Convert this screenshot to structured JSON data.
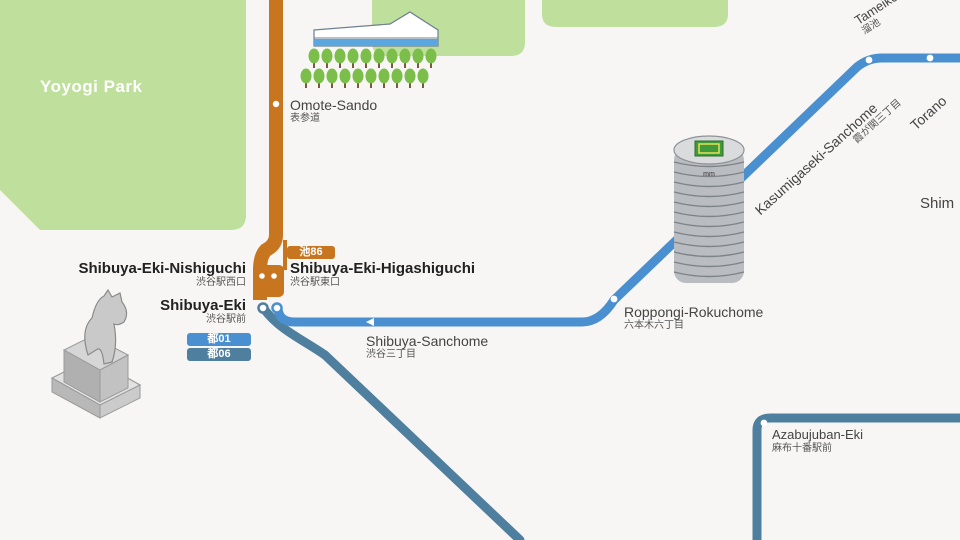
{
  "colors": {
    "background": "#f7f6f4",
    "park": "#bfdf9c",
    "orange_line": "#c8751f",
    "blue_line": "#4a90d0",
    "steel_line": "#4f7f9e",
    "tree": "#7bbf4a"
  },
  "park": {
    "name": "Yoyogi Park"
  },
  "stations": {
    "omote_sando": {
      "en": "Omote-Sando",
      "jp": "表参道"
    },
    "nishiguchi": {
      "en": "Shibuya-Eki-Nishiguchi",
      "jp": "渋谷駅西口"
    },
    "higashiguchi": {
      "en": "Shibuya-Eki-Higashiguchi",
      "jp": "渋谷駅東口"
    },
    "shibuya_eki": {
      "en": "Shibuya-Eki",
      "jp": "渋谷駅前"
    },
    "shibuya_sanchome": {
      "en": "Shibuya-Sanchome",
      "jp": "渋谷三丁目"
    },
    "roppongi_rokuchome": {
      "en": "Roppongi-Rokuchome",
      "jp": "六本木六丁目"
    },
    "kasumigaseki": {
      "en": "Kasumigaseki-Sanchome",
      "jp": "霞が関三丁目"
    },
    "tameike": {
      "en": "Tameike",
      "jp": "溜池"
    },
    "torano": {
      "en": "Torano"
    },
    "shim": {
      "en": "Shim"
    },
    "azabujuban": {
      "en": "Azabujuban-Eki",
      "jp": "麻布十番駅前"
    }
  },
  "routes": {
    "ike86": "池86",
    "to01": "都01",
    "to06": "都06"
  },
  "landmarks": {
    "hachiko_statue": "hachiko-statue",
    "roppongi_hills_tower": "roppongi-hills-tower",
    "tree_row": "tree-row"
  }
}
